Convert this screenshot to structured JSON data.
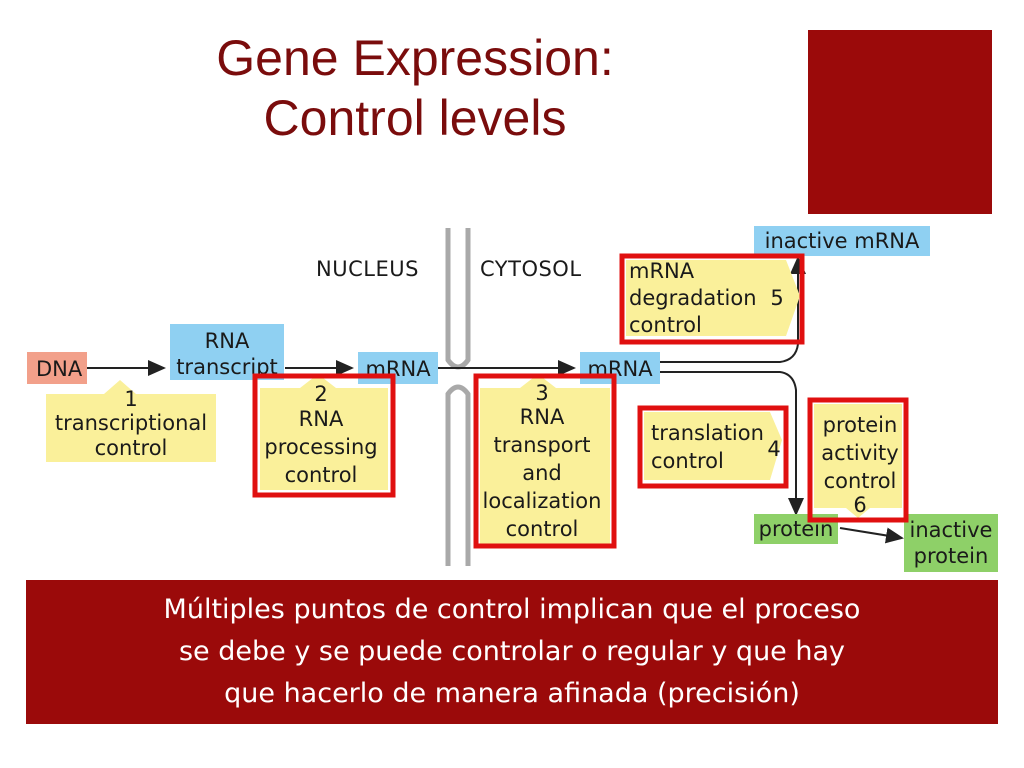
{
  "title": {
    "line1": "Gene Expression:",
    "line2": "Control levels"
  },
  "regions": {
    "nucleus": "NUCLEUS",
    "cytosol": "CYTOSOL"
  },
  "molecules": {
    "dna": "DNA",
    "rna_transcript": [
      "RNA",
      "transcript"
    ],
    "mrna_nucleus": "mRNA",
    "mrna_cytosol": "mRNA",
    "inactive_mrna": "inactive mRNA",
    "protein": "protein",
    "inactive_protein": [
      "inactive",
      "protein"
    ]
  },
  "steps": [
    {
      "number": "1",
      "lines": [
        "transcriptional",
        "control"
      ]
    },
    {
      "number": "2",
      "lines": [
        "RNA",
        "processing",
        "control"
      ]
    },
    {
      "number": "3",
      "lines": [
        "RNA",
        "transport",
        "and",
        "localization",
        "control"
      ]
    },
    {
      "number": "4",
      "lines": [
        "translation",
        "control"
      ]
    },
    {
      "number": "5",
      "lines": [
        "mRNA",
        "degradation",
        "control"
      ]
    },
    {
      "number": "6",
      "lines": [
        "protein",
        "activity",
        "control"
      ]
    }
  ],
  "colors": {
    "title": "#7a0c0c",
    "accent": "#9b0a0a",
    "highlight_box": "#e01010",
    "step_fill": "#faf09a",
    "mrna_fill": "#8fd0f2",
    "dna_fill": "#f2a08a",
    "protein_fill": "#8ed068"
  },
  "banner": {
    "line1": "Múltiples puntos de control implican que el proceso",
    "line2": "se debe y se puede controlar o regular y que hay",
    "line3": "que hacerlo de manera afinada (precisión)"
  }
}
